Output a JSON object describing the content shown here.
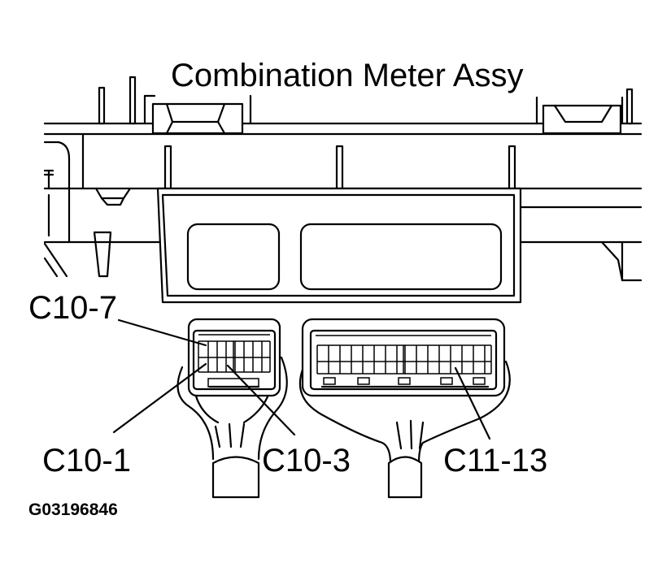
{
  "title": "Combination Meter Assy",
  "callouts": {
    "c10_7": "C10-7",
    "c10_1": "C10-1",
    "c10_3": "C10-3",
    "c11_13": "C11-13"
  },
  "figure_id": "G03196846"
}
